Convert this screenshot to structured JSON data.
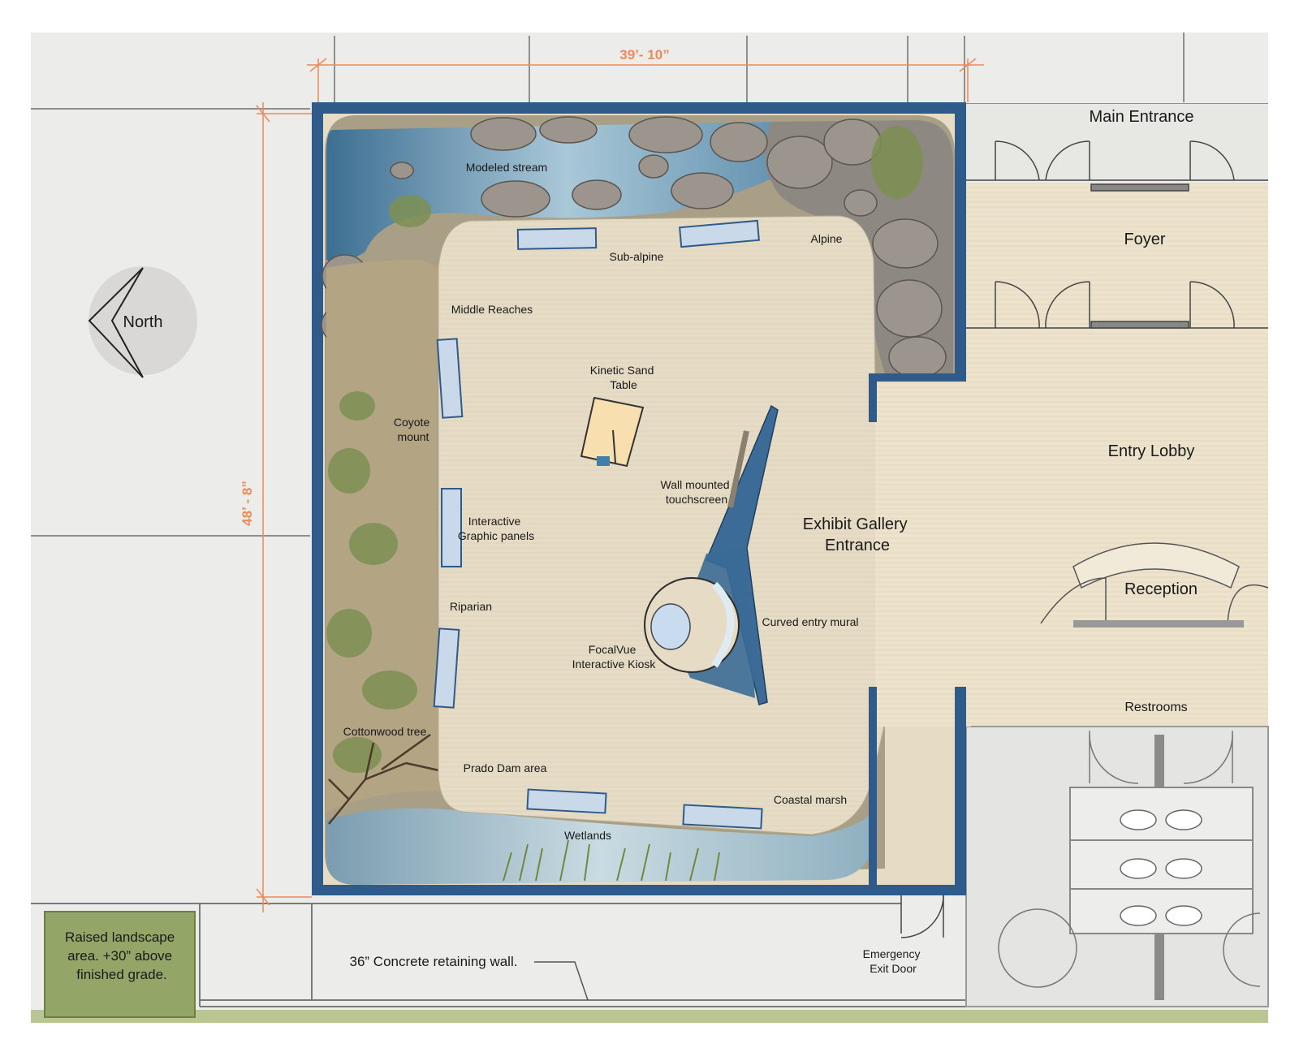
{
  "dimensions": {
    "width": "39’- 10”",
    "height": "48’ - 8”"
  },
  "compass": {
    "label": "North"
  },
  "rooms": {
    "main_entrance": "Main Entrance",
    "foyer": "Foyer",
    "entry_lobby": "Entry Lobby",
    "gallery_entrance": [
      "Exhibit Gallery",
      "Entrance"
    ],
    "reception": "Reception",
    "restrooms": "Restrooms"
  },
  "exhibits": {
    "modeled_stream": "Modeled stream",
    "sub_alpine": "Sub-alpine",
    "alpine": "Alpine",
    "middle_reaches": "Middle Reaches",
    "sand_table": [
      "Kinetic Sand",
      "Table"
    ],
    "coyote": [
      "Coyote",
      "mount"
    ],
    "touchscreen": [
      "Wall mounted",
      "touchscreen"
    ],
    "graphic_panels": [
      "Interactive",
      "Graphic panels"
    ],
    "riparian": "Riparian",
    "curved_mural": "Curved entry mural",
    "kiosk": [
      "FocalVue",
      "Interactive Kiosk"
    ],
    "cottonwood": "Cottonwood tree",
    "prado_dam": "Prado Dam area",
    "coastal_marsh": "Coastal marsh",
    "wetlands": "Wetlands"
  },
  "notes": {
    "raised_landscape": [
      "Raised landscape",
      "area. +30” above",
      "finished grade."
    ],
    "retaining_wall": "36” Concrete retaining wall.",
    "emergency_exit": [
      "Emergency",
      "Exit Door"
    ]
  },
  "colors": {
    "wall": "#2e5b8a",
    "floor": "#e6dcc6",
    "lobby_floor": "#ece2cb",
    "water": "#6f9bb5",
    "vegetation": "#8b9a62",
    "rock": "#8d8882",
    "dimension": "#ee8a57",
    "site": "#ececea"
  }
}
